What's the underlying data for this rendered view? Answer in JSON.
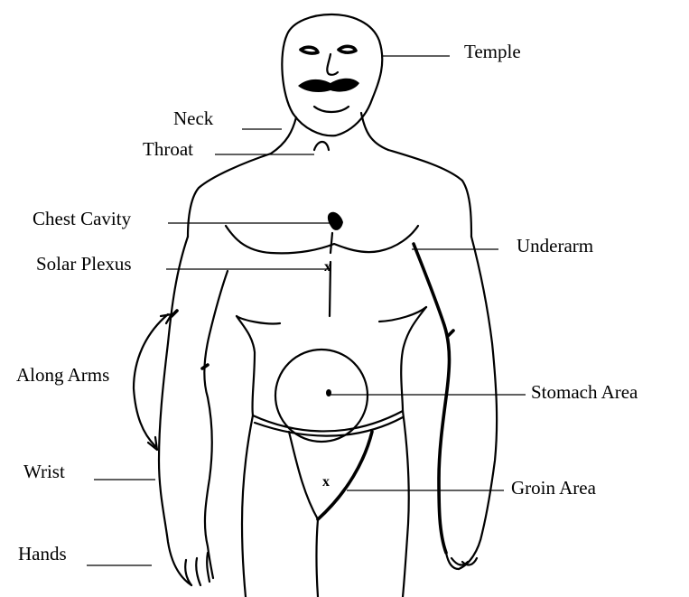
{
  "labels": {
    "temple": "Temple",
    "neck": "Neck",
    "throat": "Throat",
    "chest_cavity": "Chest Cavity",
    "solar_plexus": "Solar Plexus",
    "underarm": "Underarm",
    "along_arms": "Along Arms",
    "stomach_area": "Stomach Area",
    "wrist": "Wrist",
    "groin_area": "Groin Area",
    "hands": "Hands"
  },
  "markers": {
    "solar_plexus_mark": "x",
    "groin_mark": "x"
  }
}
